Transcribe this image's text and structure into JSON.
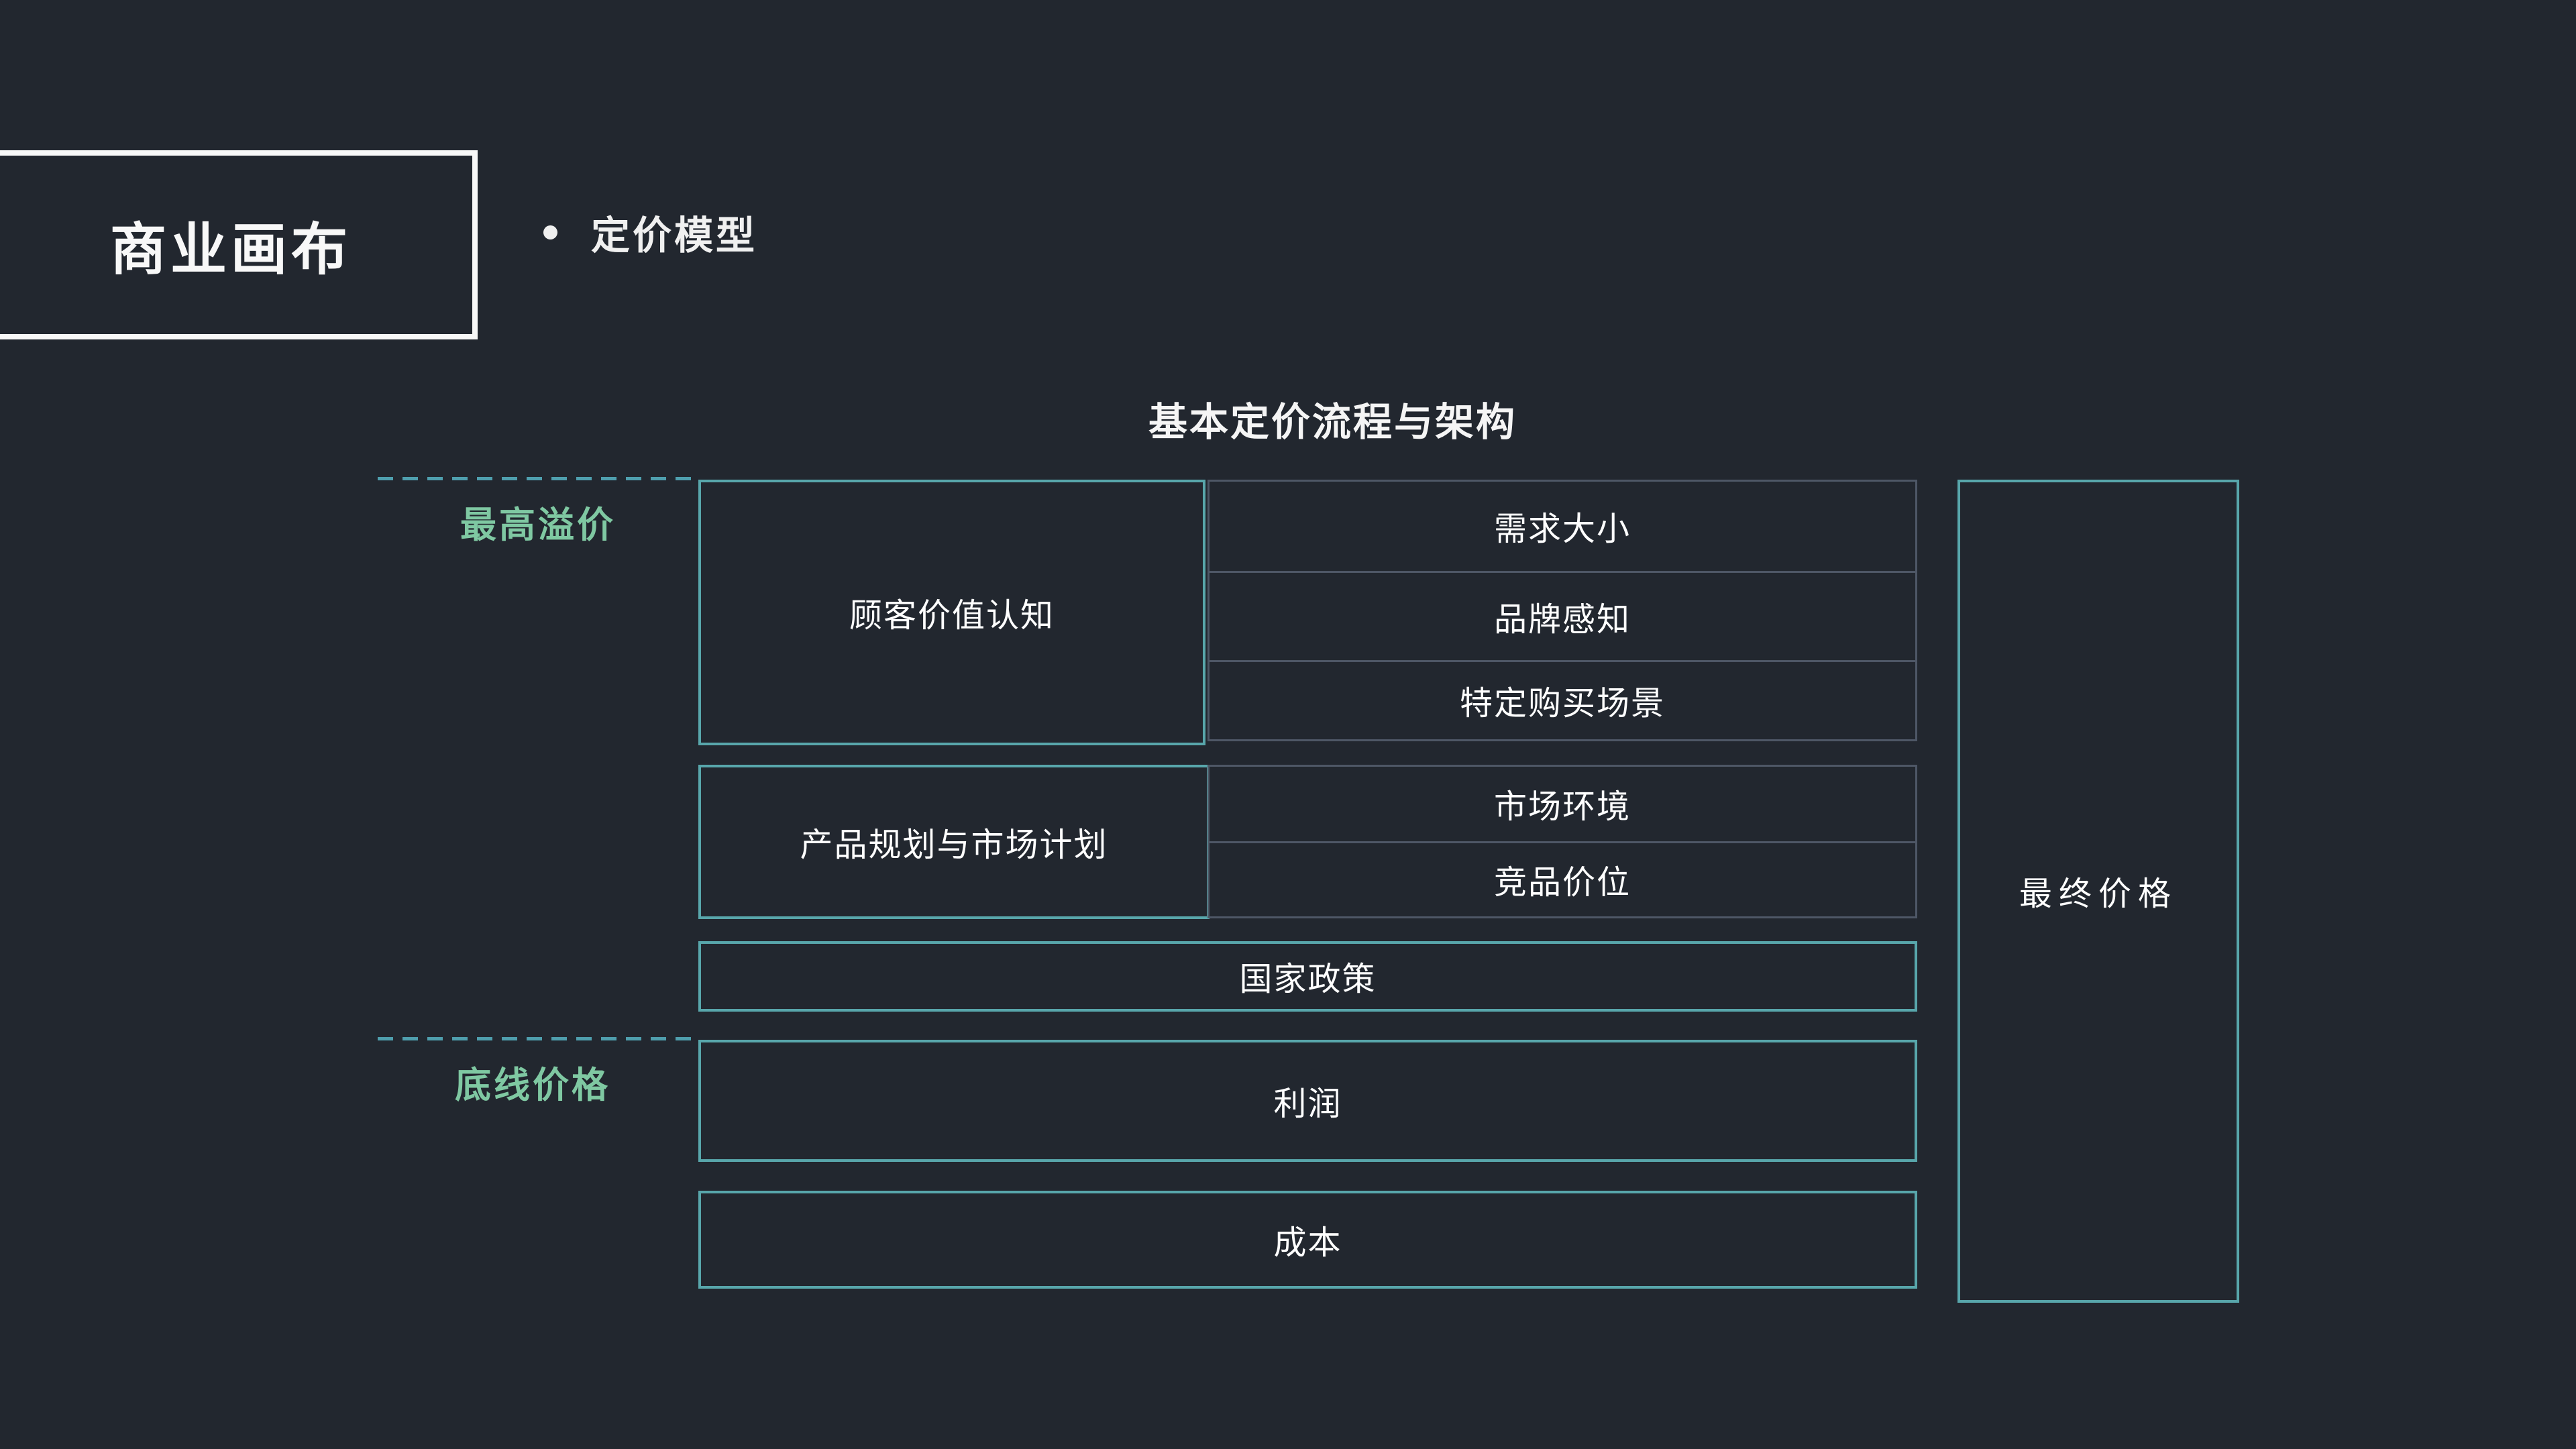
{
  "slide": {
    "brand": "商业画布",
    "topic": "定价模型",
    "title": "基本定价流程与架构",
    "labels": {
      "max_premium": "最高溢价",
      "floor_price": "底线价格"
    },
    "boxes": {
      "customer_value": "顾客价值认知",
      "planning": "产品规划与市场计划",
      "policy": "国家政策",
      "profit": "利润",
      "cost": "成本",
      "final_price": "最终价格"
    },
    "customer_factors": [
      "需求大小",
      "品牌感知",
      "特定购买场景"
    ],
    "market_factors": [
      "市场环境",
      "竞品价位"
    ],
    "colors": {
      "background": "#22272f",
      "teal_border": "#58a6ab",
      "gray_border": "#4e5766",
      "green_label": "#7fc8a2",
      "dash_line": "#4f9fae",
      "text": "#ffffff",
      "brand_border": "#f8f8f8"
    }
  }
}
